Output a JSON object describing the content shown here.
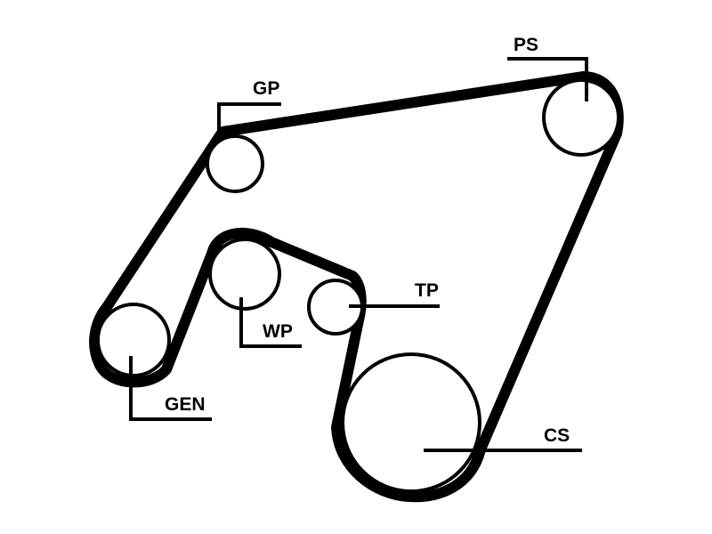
{
  "diagram": {
    "labels": {
      "ps": "PS",
      "gp": "GP",
      "tp": "TP",
      "wp": "WP",
      "gen": "GEN",
      "cs": "CS"
    },
    "colors": {
      "belt": "#000000",
      "background": "#ffffff"
    }
  }
}
